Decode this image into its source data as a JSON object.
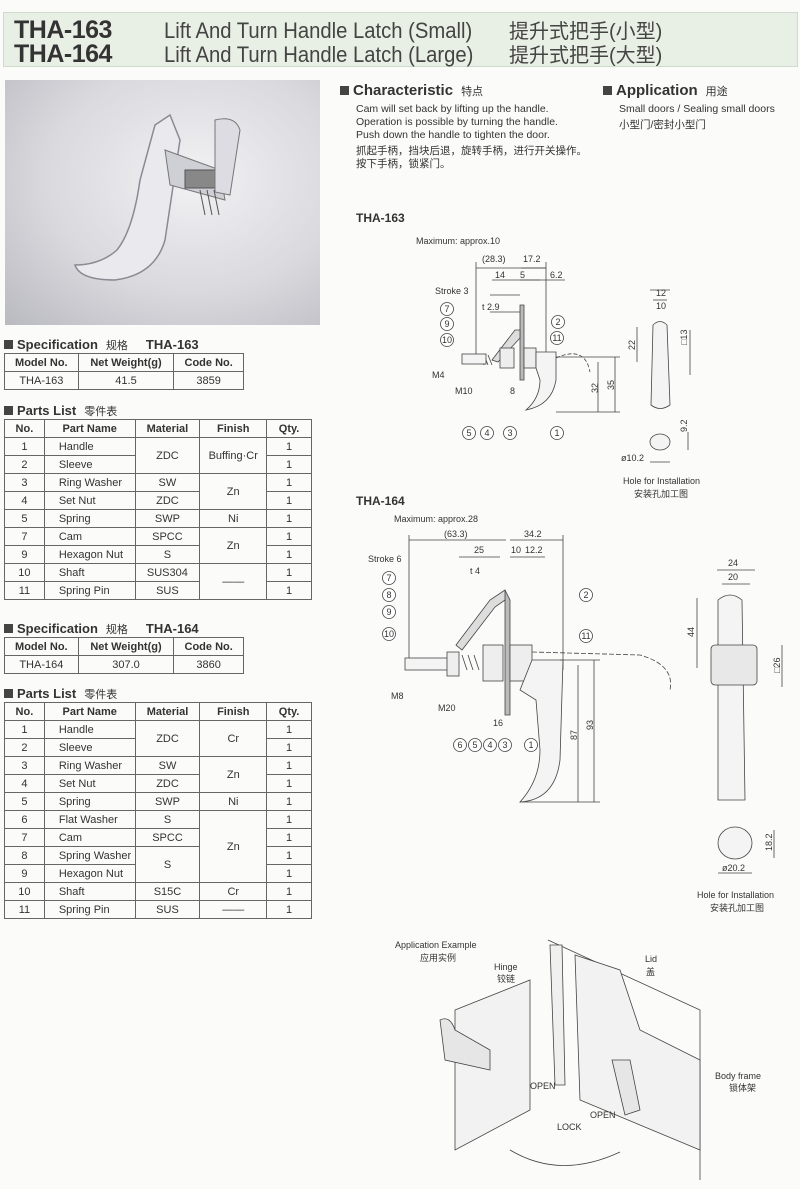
{
  "header": {
    "rows": [
      {
        "code": "THA-163",
        "en": "Lift And Turn Handle Latch (Small)",
        "cn": "提升式把手(小型)"
      },
      {
        "code": "THA-164",
        "en": "Lift And Turn Handle Latch (Large)",
        "cn": "提升式把手(大型)"
      }
    ]
  },
  "characteristic": {
    "title": "Characteristic",
    "title_cn": "特点",
    "lines": [
      "Cam will set back by lifting up the handle.",
      "Operation is possible by turning the handle.",
      "Push down the handle to tighten the door."
    ],
    "lines_cn": [
      "抓起手柄，挡块后退，旋转手柄，进行开关操作。",
      "按下手柄，锁紧门。"
    ]
  },
  "application": {
    "title": "Application",
    "title_cn": "用途",
    "line": "Small doors / Sealing small doors",
    "line_cn": "小型门/密封小型门"
  },
  "specs": [
    {
      "title": "Specification",
      "title_cn": "规格",
      "model": "THA-163",
      "headers": [
        "Model No.",
        "Net Weight(g)",
        "Code No."
      ],
      "values": [
        "THA-163",
        "41.5",
        "3859"
      ]
    },
    {
      "title": "Specification",
      "title_cn": "规格",
      "model": "THA-164",
      "headers": [
        "Model No.",
        "Net Weight(g)",
        "Code No."
      ],
      "values": [
        "THA-164",
        "307.0",
        "3860"
      ]
    }
  ],
  "parts": [
    {
      "title": "Parts List",
      "title_cn": "零件表",
      "headers": [
        "No.",
        "Part Name",
        "Material",
        "Finish",
        "Qty."
      ],
      "rows": [
        [
          "1",
          "Handle",
          "1"
        ],
        [
          "2",
          "Sleeve",
          "1"
        ],
        [
          "3",
          "Ring Washer",
          "1"
        ],
        [
          "4",
          "Set Nut",
          "1"
        ],
        [
          "5",
          "Spring",
          "1"
        ],
        [
          "7",
          "Cam",
          "1"
        ],
        [
          "9",
          "Hexagon Nut",
          "1"
        ],
        [
          "10",
          "Shaft",
          "1"
        ],
        [
          "11",
          "Spring Pin",
          "1"
        ]
      ],
      "material": [
        "ZDC",
        "SW",
        "ZDC",
        "SWP",
        "SPCC",
        "S",
        "SUS304",
        "SUS"
      ],
      "finish": [
        "Buffing·Cr",
        "Zn",
        "Ni",
        "Zn",
        "——"
      ]
    },
    {
      "title": "Parts List",
      "title_cn": "零件表",
      "headers": [
        "No.",
        "Part Name",
        "Material",
        "Finish",
        "Qty."
      ],
      "rows": [
        [
          "1",
          "Handle",
          "1"
        ],
        [
          "2",
          "Sleeve",
          "1"
        ],
        [
          "3",
          "Ring Washer",
          "1"
        ],
        [
          "4",
          "Set Nut",
          "1"
        ],
        [
          "5",
          "Spring",
          "1"
        ],
        [
          "6",
          "Flat Washer",
          "1"
        ],
        [
          "7",
          "Cam",
          "1"
        ],
        [
          "8",
          "Spring Washer",
          "1"
        ],
        [
          "9",
          "Hexagon Nut",
          "1"
        ],
        [
          "10",
          "Shaft",
          "1"
        ],
        [
          "11",
          "Spring Pin",
          "1"
        ]
      ],
      "material": [
        "ZDC",
        "SW",
        "ZDC",
        "SWP",
        "S",
        "SPCC",
        "S",
        "S15C",
        "SUS"
      ],
      "finish": [
        "Cr",
        "Zn",
        "Ni",
        "Zn",
        "Cr",
        "——"
      ]
    }
  ],
  "draw163": {
    "title": "THA-163",
    "max": "Maximum: approx.10",
    "d283": "(28.3)",
    "d172": "17.2",
    "d14": "14",
    "d5": "5",
    "d62": "6.2",
    "stroke": "Stroke 3",
    "t": "t 2.9",
    "m4": "M4",
    "m10": "M10",
    "d8": "8",
    "d32": "32",
    "d35": "35",
    "d12": "12",
    "d10": "10",
    "d22": "22",
    "sq13": "□13",
    "d92": "9.2",
    "dia": "ø10.2",
    "hole": "Hole for Installation",
    "hole_cn": "安装孔加工图",
    "balloons": [
      "7",
      "9",
      "10",
      "2",
      "11",
      "5",
      "4",
      "3",
      "1"
    ]
  },
  "draw164": {
    "title": "THA-164",
    "max": "Maximum: approx.28",
    "d633": "(63.3)",
    "d342": "34.2",
    "d25": "25",
    "d10": "10",
    "d122": "12.2",
    "stroke": "Stroke 6",
    "t": "t 4",
    "m8": "M8",
    "m20": "M20",
    "d16": "16",
    "d87": "87",
    "d93": "93",
    "d24": "24",
    "d20": "20",
    "d44": "44",
    "sq26": "□26",
    "d182": "18.2",
    "dia": "ø20.2",
    "hole": "Hole for Installation",
    "hole_cn": "安装孔加工图",
    "balloons": [
      "7",
      "8",
      "9",
      "10",
      "2",
      "11",
      "6",
      "5",
      "4",
      "3",
      "1"
    ]
  },
  "example": {
    "title": "Application Example",
    "title_cn": "应用实例",
    "hinge": "Hinge",
    "hinge_cn": "铰链",
    "lid": "Lid",
    "lid_cn": "盖",
    "open1": "OPEN",
    "open2": "OPEN",
    "lock": "LOCK",
    "body": "Body frame",
    "body_cn": "锁体架"
  }
}
